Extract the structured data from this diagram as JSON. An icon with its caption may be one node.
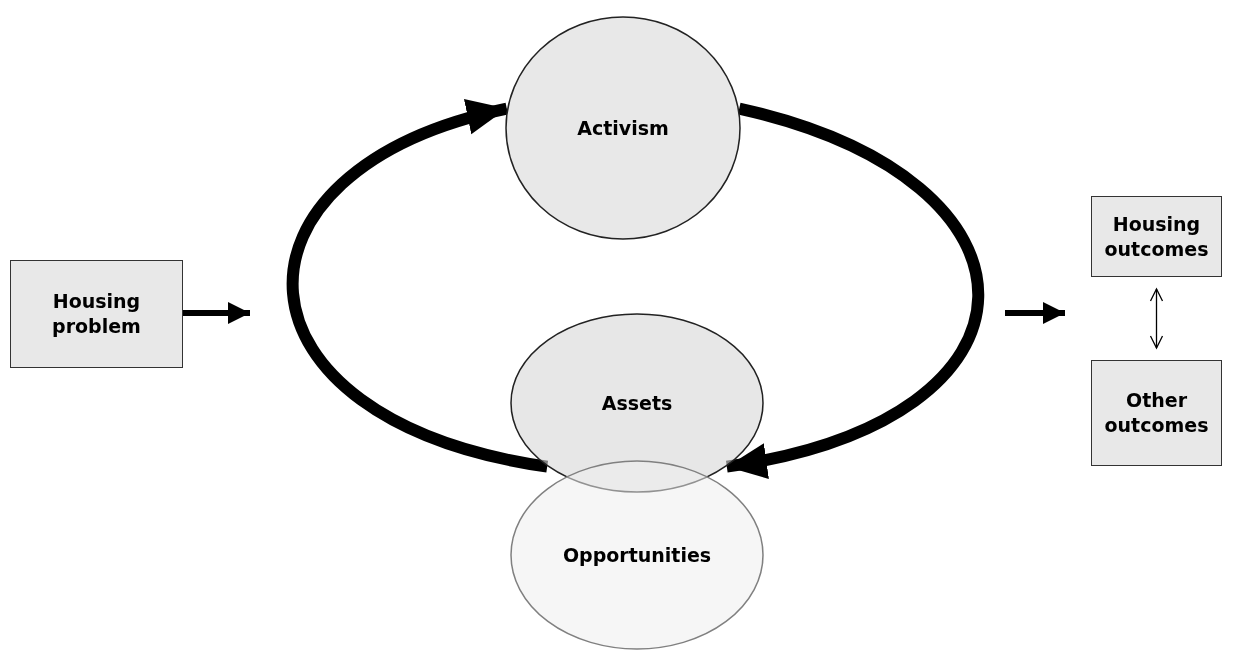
{
  "diagram": {
    "nodes": [
      {
        "text": [
          "Housing problem"
        ]
      },
      {
        "text": [
          "Activism"
        ]
      },
      {
        "text": [
          "Assets"
        ]
      },
      {
        "text": [
          "Opportunities"
        ]
      },
      {
        "text": [
          "Housing outcomes"
        ]
      },
      {
        "text": [
          "Other outcomes"
        ]
      }
    ],
    "edges": [
      {
        "from": 0,
        "to": null,
        "arrow": "to"
      },
      {
        "from": 2,
        "to": 1,
        "arrow": "to",
        "style": "thick"
      },
      {
        "from": 1,
        "to": 2,
        "arrow": "to",
        "style": "thick"
      },
      {
        "from": 4,
        "to": 5,
        "arrow": "both"
      }
    ]
  }
}
